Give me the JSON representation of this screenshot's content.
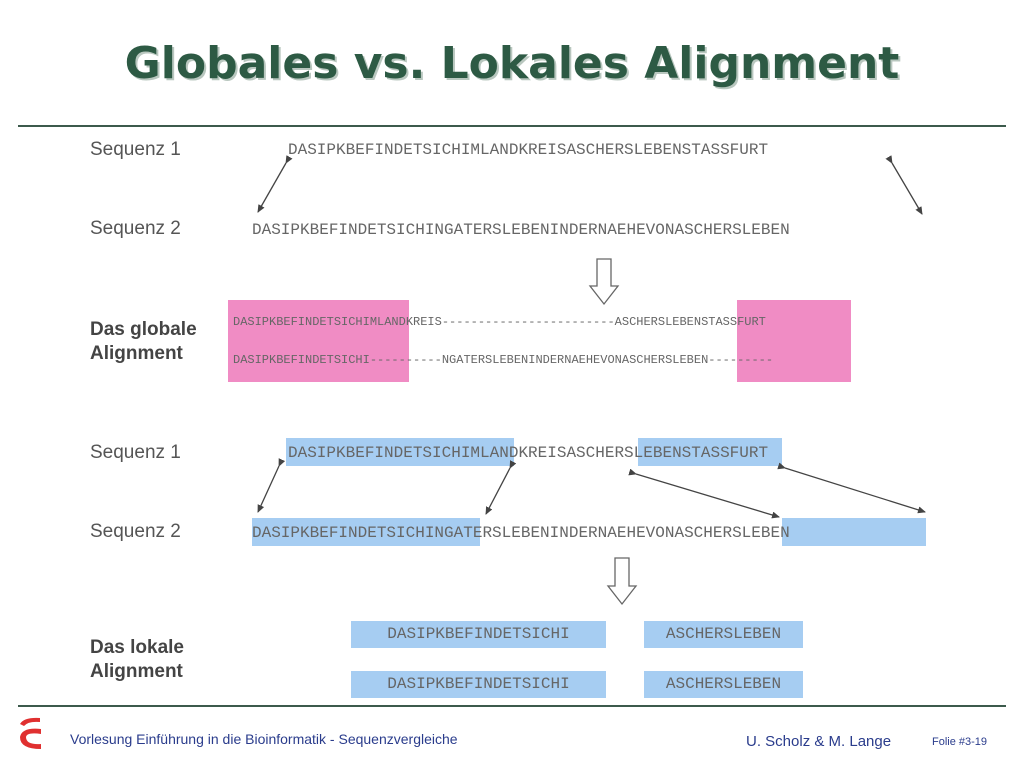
{
  "title": "Globales vs. Lokales Alignment",
  "top": {
    "seq1_label": "Sequenz 1",
    "seq1": "DASIPKBEFINDETSICHIMLANDKREISASCHERSLEBENSTASSFURT",
    "seq2_label": "Sequenz 2",
    "seq2": "DASIPKBEFINDETSICHINGATERSLEBENINDERNAEHEVONASCHERSLEBEN"
  },
  "global": {
    "label_line1": "Das globale",
    "label_line2": "Alignment",
    "row1": "DASIPKBEFINDETSICHIMLANDKREIS------------------------ASCHERSLEBENSTASSFURT",
    "row2": "DASIPKBEFINDETSICHI----------NGATERSLEBENINDERNAEHEVONASCHERSLEBEN---------",
    "highlight_color": "#f08cc4"
  },
  "bottom": {
    "seq1_label": "Sequenz 1",
    "seq1": "DASIPKBEFINDETSICHIMLANDKREISASCHERSLEBENSTASSFURT",
    "seq2_label": "Sequenz 2",
    "seq2": "DASIPKBEFINDETSICHINGATERSLEBENINDERNAEHEVONASCHERSLEBEN",
    "highlight_color": "#a6cdf2"
  },
  "local": {
    "label_line1": "Das lokale",
    "label_line2": "Alignment",
    "box1": "DASIPKBEFINDETSICHI",
    "box2": "ASCHERSLEBEN",
    "box3": "DASIPKBEFINDETSICHI",
    "box4": "ASCHERSLEBEN"
  },
  "footer": {
    "course": "Vorlesung Einführung in die Bioinformatik  - Sequenzvergleiche",
    "authors": "U. Scholz & M. Lange",
    "slide": "Folie #3-19"
  },
  "colors": {
    "title": "#2d5a44",
    "rule": "#3c5a4c",
    "footer_text": "#2a3c8c",
    "logo": "#e03030"
  }
}
